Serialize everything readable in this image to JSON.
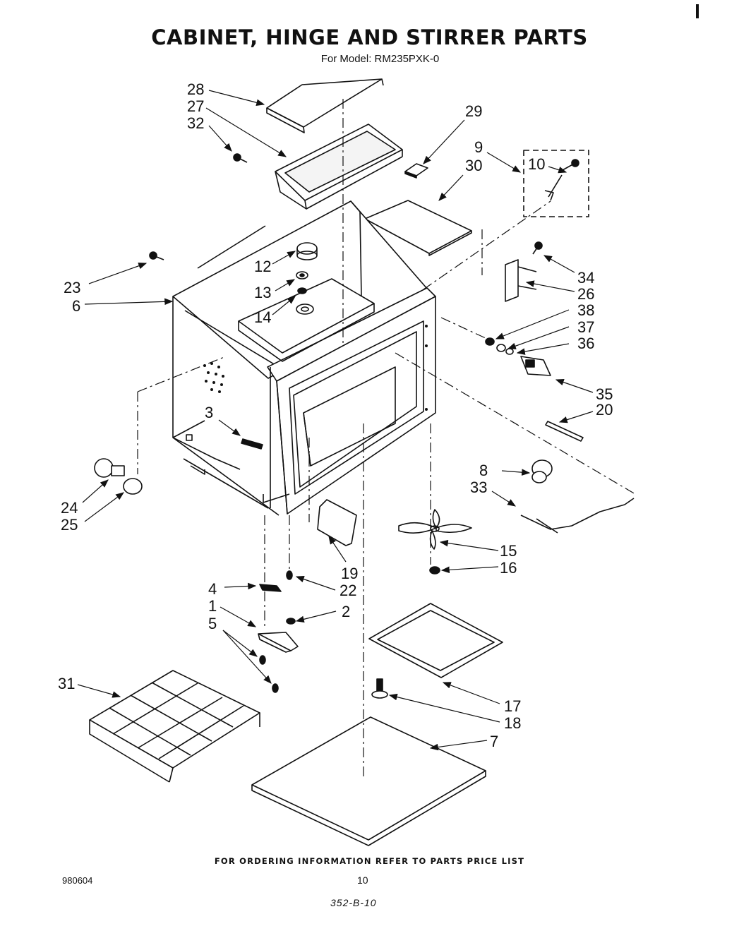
{
  "title": "CABINET, HINGE AND STIRRER PARTS",
  "subtitle": "For Model: RM235PXK-0",
  "footer": {
    "ordering_note": "FOR ORDERING INFORMATION REFER TO PARTS PRICE LIST",
    "document_number": "980604",
    "page_number": "10",
    "handwritten_reference": "352-B-10"
  },
  "callouts": [
    "28",
    "27",
    "32",
    "29",
    "9",
    "10",
    "30",
    "12",
    "23",
    "6",
    "13",
    "14",
    "34",
    "26",
    "38",
    "37",
    "36",
    "3",
    "35",
    "20",
    "8",
    "33",
    "24",
    "25",
    "15",
    "16",
    "19",
    "4",
    "22",
    "1",
    "2",
    "5",
    "31",
    "17",
    "18",
    "7"
  ]
}
